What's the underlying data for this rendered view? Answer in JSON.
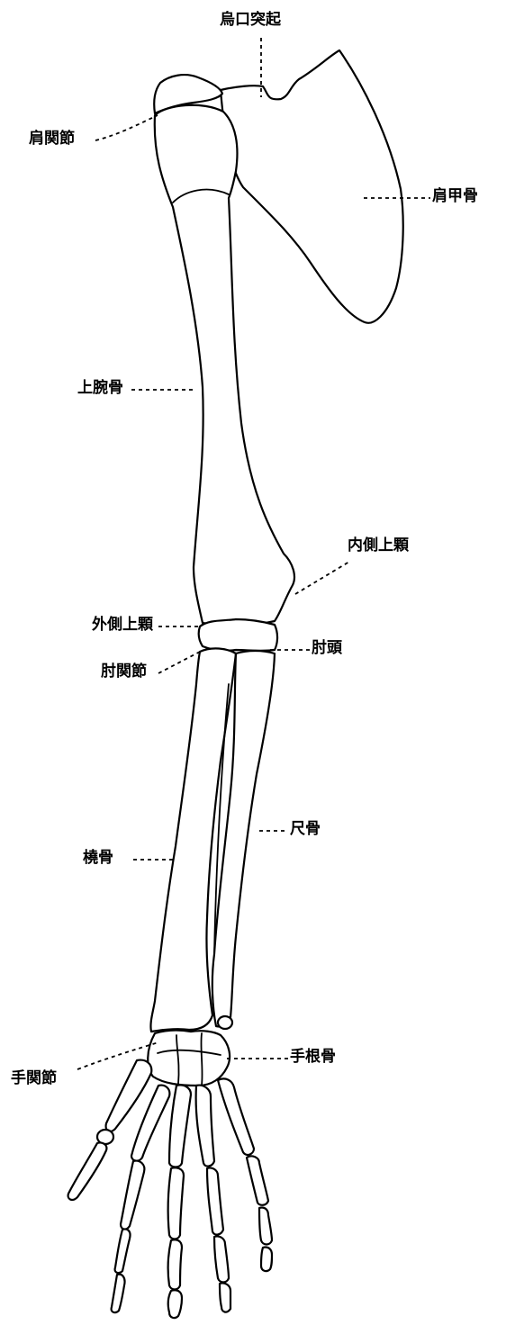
{
  "labels": {
    "coracoid": "烏口突起",
    "shoulder_joint": "肩関節",
    "scapula": "肩甲骨",
    "humerus": "上腕骨",
    "medial_epicondyle": "内側上顆",
    "lateral_epicondyle": "外側上顆",
    "elbow_joint": "肘関節",
    "olecranon": "肘頭",
    "ulna": "尺骨",
    "radius": "橈骨",
    "wrist_joint": "手関節",
    "carpal_bones": "手根骨"
  }
}
